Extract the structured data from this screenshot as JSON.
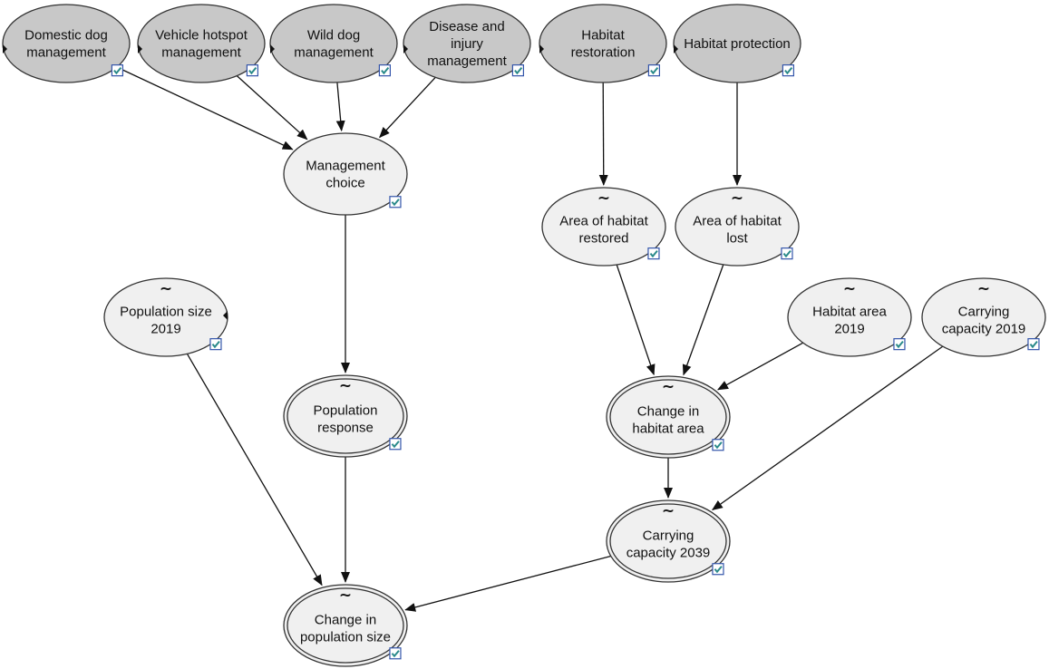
{
  "colors": {
    "decision_fill": "#c8c8c8",
    "chance_fill": "#f0f0f0",
    "stroke": "#333333",
    "checkbox_check": "#2a8a8a",
    "checkbox_border": "#3355aa"
  },
  "icons": {
    "tilde_symbol": "~",
    "checkbox": "checkbox-icon"
  },
  "nodes": [
    {
      "id": "domestic-dog-management",
      "lines": [
        "Domestic dog",
        "management"
      ],
      "type": "decision"
    },
    {
      "id": "vehicle-hotspot-management",
      "lines": [
        "Vehicle hotspot",
        "management"
      ],
      "type": "decision"
    },
    {
      "id": "wild-dog-management",
      "lines": [
        "Wild dog",
        "management"
      ],
      "type": "decision"
    },
    {
      "id": "disease-and-injury-management",
      "lines": [
        "Disease and",
        "injury",
        "management"
      ],
      "type": "decision"
    },
    {
      "id": "habitat-restoration",
      "lines": [
        "Habitat",
        "restoration"
      ],
      "type": "decision"
    },
    {
      "id": "habitat-protection",
      "lines": [
        "Habitat protection"
      ],
      "type": "decision"
    },
    {
      "id": "management-choice",
      "lines": [
        "Management",
        "choice"
      ],
      "type": "chance"
    },
    {
      "id": "area-of-habitat-restored",
      "lines": [
        "Area of habitat",
        "restored"
      ],
      "type": "chance",
      "tilde": true
    },
    {
      "id": "area-of-habitat-lost",
      "lines": [
        "Area of habitat",
        "lost"
      ],
      "type": "chance",
      "tilde": true
    },
    {
      "id": "population-size-2019",
      "lines": [
        "Population size",
        "2019"
      ],
      "type": "chance",
      "tilde": true
    },
    {
      "id": "habitat-area-2019",
      "lines": [
        "Habitat area",
        "2019"
      ],
      "type": "chance",
      "tilde": true
    },
    {
      "id": "carrying-capacity-2019",
      "lines": [
        "Carrying",
        "capacity 2019"
      ],
      "type": "chance",
      "tilde": true
    },
    {
      "id": "population-response",
      "lines": [
        "Population",
        "response"
      ],
      "type": "output",
      "tilde": true
    },
    {
      "id": "change-in-habitat-area",
      "lines": [
        "Change in",
        "habitat area"
      ],
      "type": "output",
      "tilde": true
    },
    {
      "id": "carrying-capacity-2039",
      "lines": [
        "Carrying",
        "capacity 2039"
      ],
      "type": "output",
      "tilde": true
    },
    {
      "id": "change-in-population-size",
      "lines": [
        "Change in",
        "population size"
      ],
      "type": "output",
      "tilde": true
    }
  ],
  "edges": [
    {
      "from": "domestic-dog-management",
      "to": "management-choice"
    },
    {
      "from": "vehicle-hotspot-management",
      "to": "management-choice"
    },
    {
      "from": "wild-dog-management",
      "to": "management-choice"
    },
    {
      "from": "disease-and-injury-management",
      "to": "management-choice"
    },
    {
      "from": "habitat-restoration",
      "to": "area-of-habitat-restored"
    },
    {
      "from": "habitat-protection",
      "to": "area-of-habitat-lost"
    },
    {
      "from": "management-choice",
      "to": "population-response"
    },
    {
      "from": "area-of-habitat-restored",
      "to": "change-in-habitat-area"
    },
    {
      "from": "area-of-habitat-lost",
      "to": "change-in-habitat-area"
    },
    {
      "from": "habitat-area-2019",
      "to": "change-in-habitat-area"
    },
    {
      "from": "change-in-habitat-area",
      "to": "carrying-capacity-2039"
    },
    {
      "from": "carrying-capacity-2019",
      "to": "carrying-capacity-2039"
    },
    {
      "from": "population-size-2019",
      "to": "change-in-population-size"
    },
    {
      "from": "population-response",
      "to": "change-in-population-size"
    },
    {
      "from": "carrying-capacity-2039",
      "to": "change-in-population-size"
    }
  ]
}
